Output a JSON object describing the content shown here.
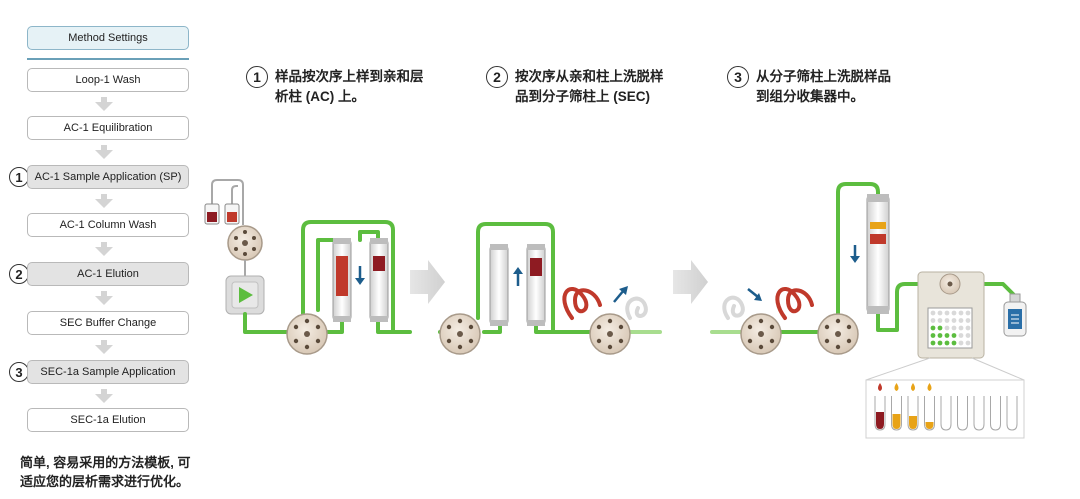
{
  "method_list": {
    "settings": "Method Settings",
    "steps": [
      {
        "label": "Loop-1 Wash"
      },
      {
        "label": "AC-1 Equilibration"
      },
      {
        "label": "AC-1 Sample Application (SP)",
        "number": "1"
      },
      {
        "label": "AC-1 Column Wash"
      },
      {
        "label": "AC-1 Elution",
        "number": "2"
      },
      {
        "label": "SEC Buffer Change"
      },
      {
        "label": "SEC-1a Sample Application",
        "number": "3"
      },
      {
        "label": "SEC-1a Elution"
      }
    ],
    "note_line1": "简单, 容易采用的方法模板, 可",
    "note_line2": "适应您的层析需求进行优化。"
  },
  "headers": [
    {
      "number": "1",
      "line1": "样品按次序上样到亲和层",
      "line2": "析柱 (AC) 上。"
    },
    {
      "number": "2",
      "line1": "按次序从亲和柱上洗脱样",
      "line2": "品到分子筛柱上 (SEC)"
    },
    {
      "number": "3",
      "line1": "从分子筛柱上洗脱样品",
      "line2": "到组分收集器中。"
    }
  ],
  "colors": {
    "tubing": "#5cbd3f",
    "sample_red": "#c0392b",
    "dark_red": "#8e1b22",
    "arrow_blue": "#1d5d8c",
    "yellow": "#e8a317",
    "bottle_blue": "#2a6fa8"
  }
}
